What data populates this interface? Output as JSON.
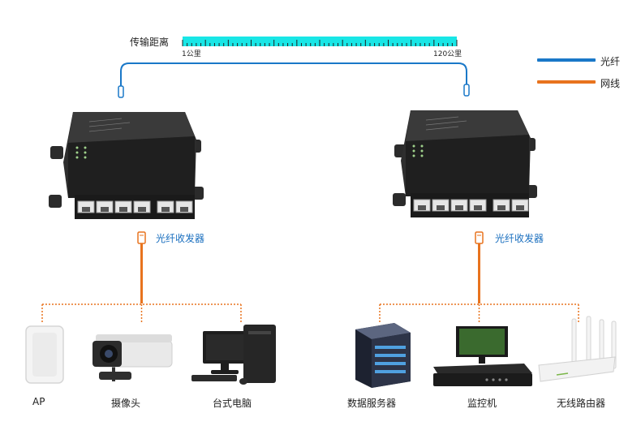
{
  "distance": {
    "label": "传输距离",
    "start": "1公里",
    "end": "120公里"
  },
  "legend": [
    {
      "label": "光纤",
      "color": "#1a78c8"
    },
    {
      "label": "网线",
      "color": "#e8731e"
    }
  ],
  "converters": [
    {
      "label": "光纤收发器"
    },
    {
      "label": "光纤收发器"
    }
  ],
  "devices_left": [
    {
      "label": "AP",
      "icon": "access-point-icon"
    },
    {
      "label": "摄像头",
      "icon": "camera-icon"
    },
    {
      "label": "台式电脑",
      "icon": "desktop-pc-icon"
    }
  ],
  "devices_right": [
    {
      "label": "数据服务器",
      "icon": "server-icon"
    },
    {
      "label": "监控机",
      "icon": "nvr-icon"
    },
    {
      "label": "无线路由器",
      "icon": "router-icon"
    }
  ],
  "colors": {
    "fiber": "#1a78c8",
    "ethernet": "#e8731e",
    "ruler": "#19e6e6"
  }
}
